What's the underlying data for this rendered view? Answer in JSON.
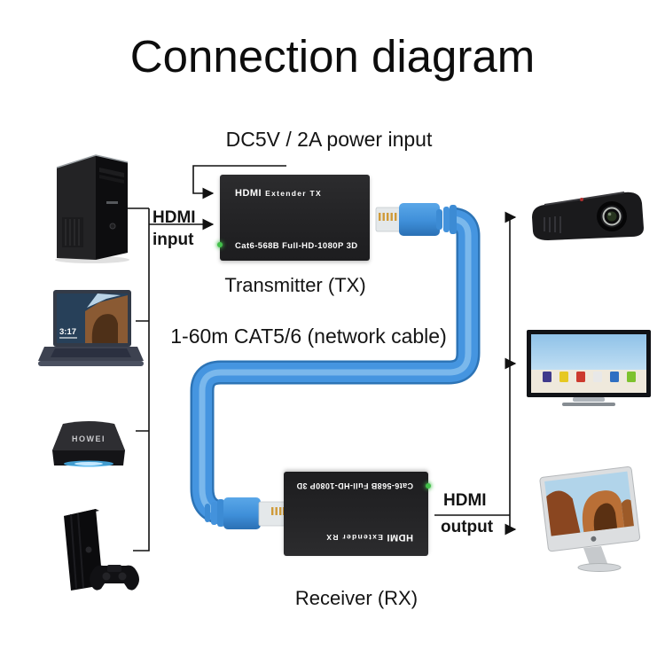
{
  "title": "Connection diagram",
  "labels": {
    "power_input": "DC5V / 2A power input",
    "hdmi_input_line1": "HDMI",
    "hdmi_input_line2": "input",
    "hdmi_output_line1": "HDMI",
    "hdmi_output_line2": "output",
    "cable": "1-60m CAT5/6 (network cable)"
  },
  "transmitter": {
    "brand": "HDMI",
    "model": "Extender  TX",
    "spec": "Cat6-568B Full-HD-1080P 3D",
    "caption": "Transmitter (TX)"
  },
  "receiver": {
    "brand": "HDMI",
    "model": "Extender  RX",
    "spec": "Cat6-568B Full-HD-1080P 3D",
    "caption": "Receiver (RX)"
  },
  "devices": {
    "sources": [
      {
        "icon": "desktop-pc-icon"
      },
      {
        "icon": "laptop-icon",
        "screen_time": "3:17"
      },
      {
        "icon": "tv-box-icon",
        "brand": "HOWEI"
      },
      {
        "icon": "game-console-icon"
      }
    ],
    "displays": [
      {
        "icon": "projector-icon"
      },
      {
        "icon": "tv-icon"
      },
      {
        "icon": "imac-icon"
      }
    ]
  },
  "colors": {
    "cable_blue": "#4595e0",
    "led_green": "#43c04b",
    "box_black": "#262626",
    "line_black": "#111111"
  }
}
